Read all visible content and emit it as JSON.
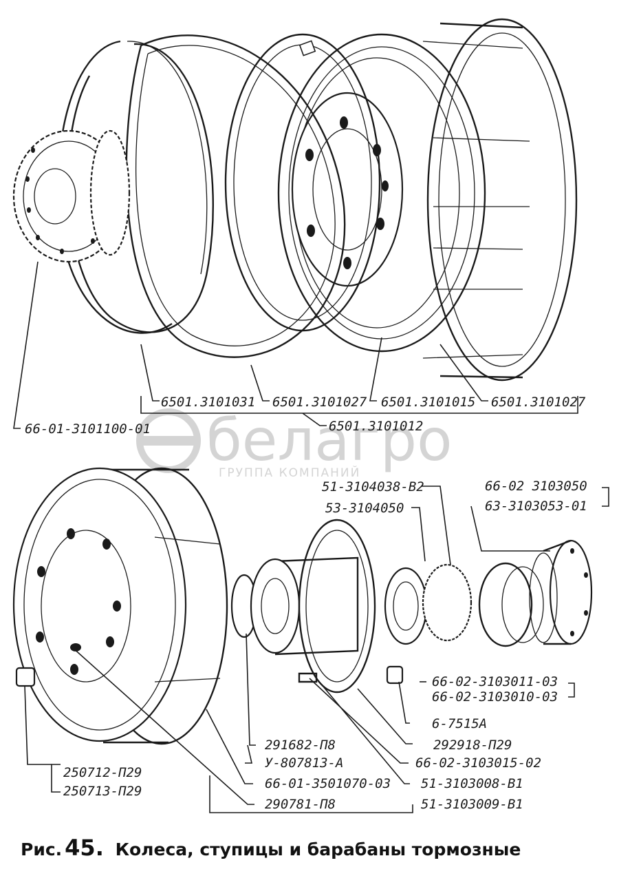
{
  "watermark": {
    "brand": "белагро",
    "subtitle": "ГРУППА КОМПАНИЙ"
  },
  "caption": {
    "prefix": "Рис.",
    "number": "45.",
    "title": "Колеса, ступицы и барабаны тормозные"
  },
  "callouts_top": [
    "66-01-3101100-01",
    "6501.3101031",
    "6501.3101027",
    "6501.3101015",
    "6501.3101027",
    "6501.3101012"
  ],
  "callouts_bottom": [
    "51-3104038-В2",
    "53-3104050",
    "66-02 3103050",
    "63-3103053-01",
    "66-02-3103011-03",
    "66-02-3103010-03",
    "6-7515А",
    "291682-П8",
    "292918-П29",
    "У-807813-А",
    "66-02-3103015-02",
    "250712-П29",
    "250713-П29",
    "66-01-3501070-03",
    "51-3103008-В1",
    "290781-П8",
    "51-3103009-В1"
  ]
}
